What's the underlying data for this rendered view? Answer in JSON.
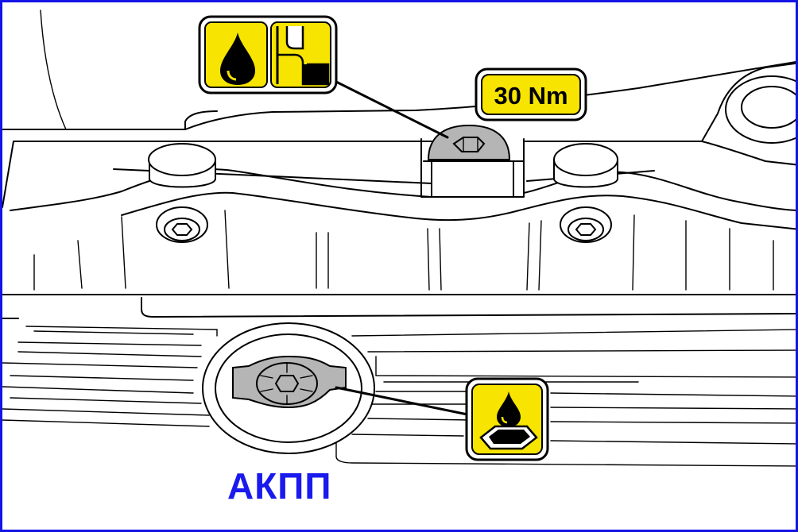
{
  "figure": {
    "caption": "АКПП",
    "caption_color": "#1a1aee",
    "frame_color": "#1414e6",
    "torque_label": "30 Nm",
    "icon_fill_color": "#f7e400",
    "part_gray_color": "#b5b5b5"
  },
  "icons": {
    "fill_plug": [
      "oil-drop-icon",
      "fill-level-icon"
    ],
    "drain_plug": "oil-drain-icon"
  },
  "parts": {
    "fill_plug": "hex-fill-plug",
    "drain_plug": "drain-plug",
    "mount_bolts": [
      "hex-bolt-left",
      "hex-bolt-right"
    ],
    "bosses": [
      "boss-left",
      "boss-right"
    ]
  }
}
